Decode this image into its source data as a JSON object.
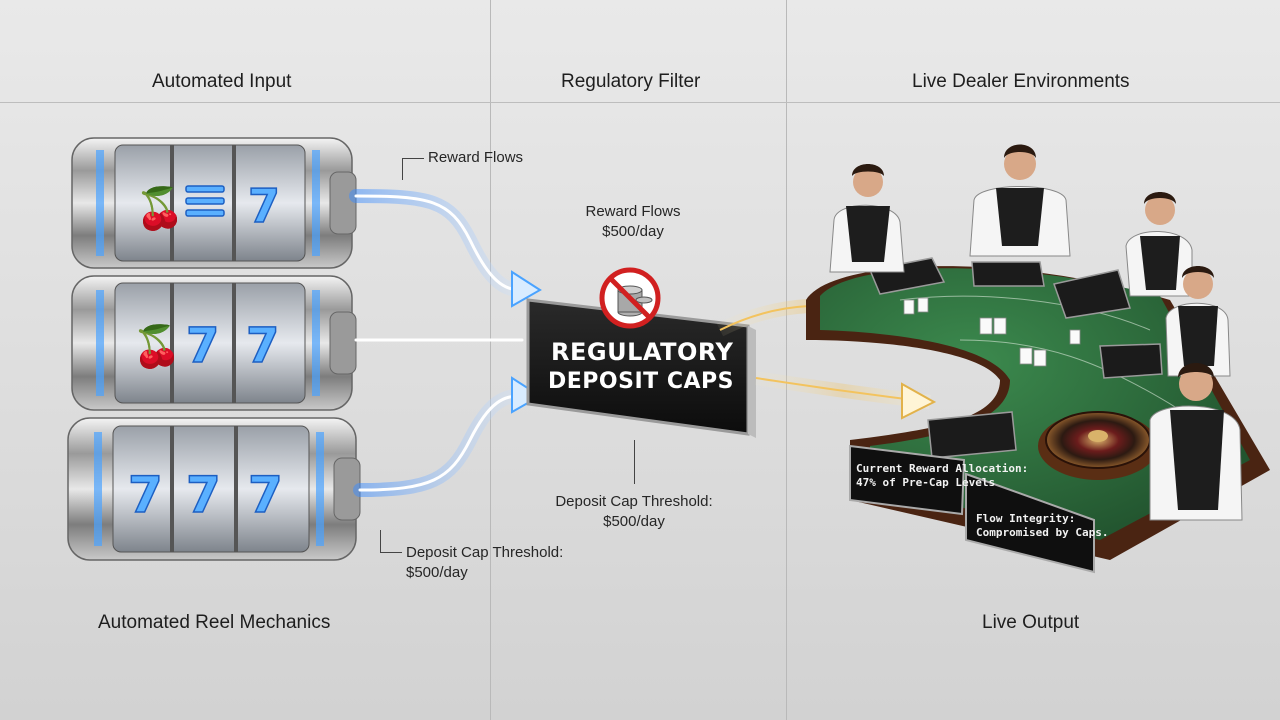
{
  "columns": {
    "input": {
      "title": "Automated Input",
      "subtitle": "Automated Reel Mechanics"
    },
    "filter": {
      "title": "Regulatory Filter"
    },
    "output": {
      "title": "Live Dealer Environments",
      "subtitle": "Live Output"
    }
  },
  "annotations": {
    "reward_flows_left": "Reward Flows",
    "deposit_cap_left_line1": "Deposit Cap Threshold:",
    "deposit_cap_left_line2": "$500/day",
    "reward_flows_center_line1": "Reward Flows",
    "reward_flows_center_line2": "$500/day",
    "deposit_cap_center_line1": "Deposit Cap Threshold:",
    "deposit_cap_center_line2": "$500/day"
  },
  "filter_badge": {
    "line1": "REGULATORY",
    "line2": "DEPOSIT CAPS",
    "icon": "no-coins-icon"
  },
  "table_screens": {
    "allocation_line1": "Current Reward Allocation:",
    "allocation_line2": "47% of Pre-Cap Levels",
    "integrity_line1": "Flow Integrity:",
    "integrity_line2": "Compromised by Caps."
  },
  "colors": {
    "reel_glow": "#4aa3ff",
    "felt": "#2f6b3d",
    "cap_red": "#d12020",
    "spark": "#f0c060"
  }
}
